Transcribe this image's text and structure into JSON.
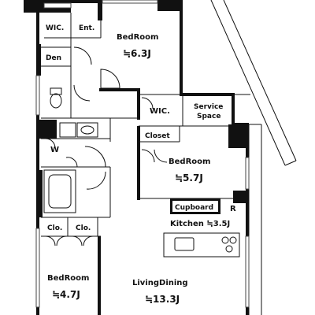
{
  "labels": {
    "wic_top": "WIC.",
    "ent": "Ent.",
    "bedroom1_name": "BedRoom",
    "bedroom1_size": "≒6.3J",
    "den": "Den",
    "wic_mid": "WIC.",
    "service_line1": "Service",
    "service_line2": "Space",
    "closet": "Closet",
    "w": "W",
    "bedroom2_name": "BedRoom",
    "bedroom2_size": "≒5.7J",
    "cupboard": "Cupboard",
    "r": "R",
    "kitchen": "Kitchen ≒3.5J",
    "clo1": "Clo.",
    "clo2": "Clo.",
    "bedroom3_name": "BedRoom",
    "bedroom3_size": "≒4.7J",
    "living_name": "LivingDining",
    "living_size": "≒13.3J"
  },
  "colors": {
    "wall": "#111111",
    "line": "#111111",
    "background": "#ffffff"
  }
}
